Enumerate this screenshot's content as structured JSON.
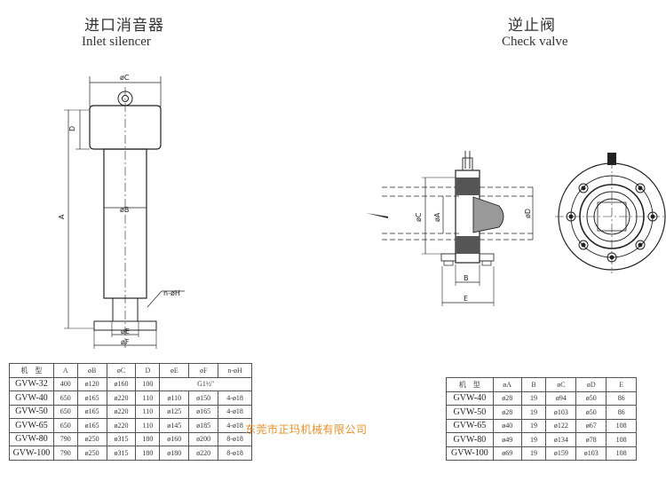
{
  "silencer": {
    "title_cn": "进口消音器",
    "title_en": "Inlet silencer",
    "dim_labels": {
      "c": "øC",
      "d": "D",
      "a": "A",
      "b": "øB",
      "nh": "n-øH",
      "e": "øE",
      "f": "øF"
    },
    "table": {
      "headers": [
        "机　型",
        "A",
        "øB",
        "øC",
        "D",
        "øE",
        "øF",
        "n-øH"
      ],
      "rows": [
        [
          "GVW-32",
          "400",
          "ø120",
          "ø160",
          "100",
          "G1½\"",
          "",
          ""
        ],
        [
          "GVW-40",
          "650",
          "ø165",
          "ø220",
          "110",
          "ø110",
          "ø150",
          "4-ø18"
        ],
        [
          "GVW-50",
          "650",
          "ø165",
          "ø220",
          "110",
          "ø125",
          "ø165",
          "4-ø18"
        ],
        [
          "GVW-65",
          "650",
          "ø165",
          "ø220",
          "110",
          "ø145",
          "ø185",
          "4-ø18"
        ],
        [
          "GVW-80",
          "790",
          "ø250",
          "ø315",
          "180",
          "ø160",
          "ø200",
          "8-ø18"
        ],
        [
          "GVW-100",
          "790",
          "ø250",
          "ø315",
          "180",
          "ø180",
          "ø220",
          "8-ø18"
        ]
      ]
    }
  },
  "check_valve": {
    "title_cn": "逆止阀",
    "title_en": "Check valve",
    "dim_labels": {
      "c": "øC",
      "a": "øA",
      "d": "øD",
      "b": "B",
      "e": "E"
    },
    "table": {
      "headers": [
        "机　型",
        "øA",
        "B",
        "øC",
        "øD",
        "E"
      ],
      "rows": [
        [
          "GVW-40",
          "ø28",
          "19",
          "ø94",
          "ø50",
          "86"
        ],
        [
          "GVW-50",
          "ø28",
          "19",
          "ø103",
          "ø50",
          "86"
        ],
        [
          "GVW-65",
          "ø40",
          "19",
          "ø122",
          "ø67",
          "108"
        ],
        [
          "GVW-80",
          "ø49",
          "19",
          "ø134",
          "ø78",
          "108"
        ],
        [
          "GVW-100",
          "ø69",
          "19",
          "ø159",
          "ø103",
          "108"
        ]
      ]
    }
  },
  "watermark": "东莞市正玛机械有限公司"
}
